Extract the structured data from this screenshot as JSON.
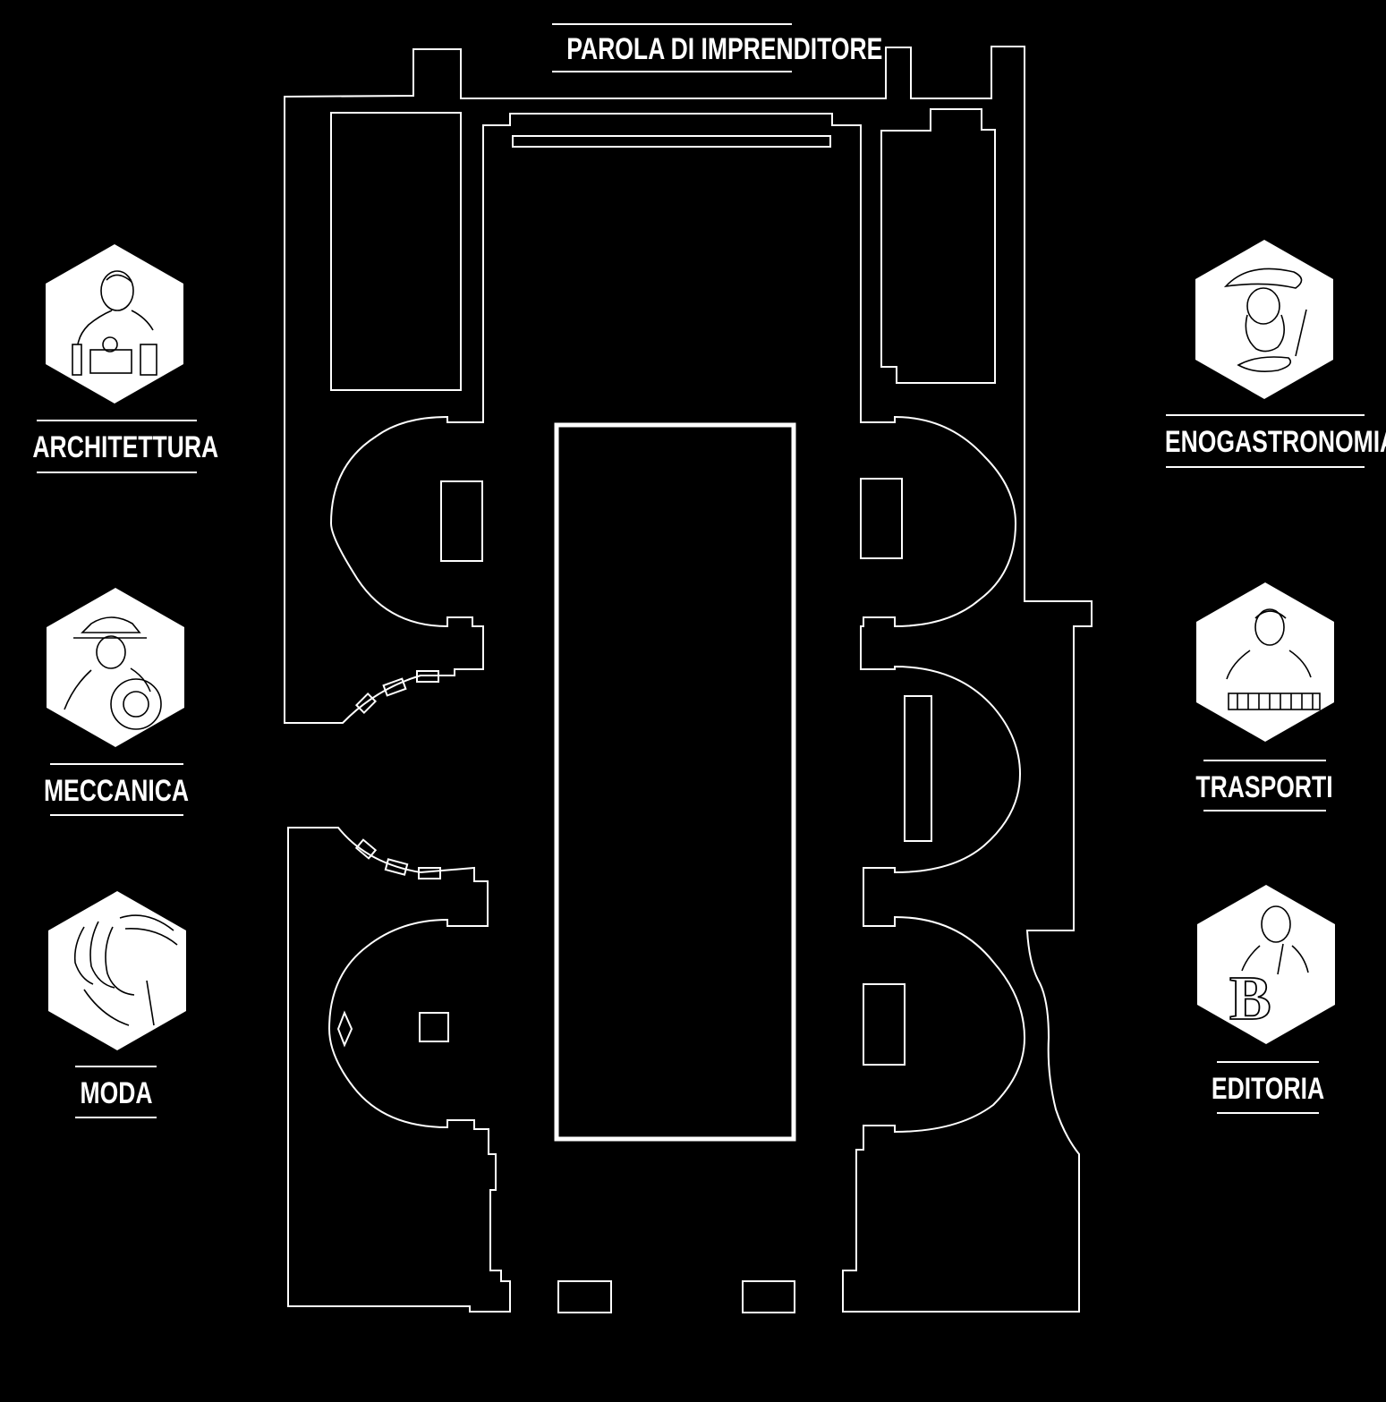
{
  "title": "PAROLA DI IMPRENDITORE",
  "sectors": {
    "left": [
      {
        "id": "architettura",
        "label": "ARCHITETTURA",
        "icon": "architect-portrait-icon"
      },
      {
        "id": "meccanica",
        "label": "MECCANICA",
        "icon": "mechanic-portrait-icon"
      },
      {
        "id": "moda",
        "label": "MODA",
        "icon": "fashion-faces-icon"
      }
    ],
    "right": [
      {
        "id": "enogastronomia",
        "label": "ENOGASTRONOMIA",
        "icon": "painter-portrait-icon"
      },
      {
        "id": "trasporti",
        "label": "TRASPORTI",
        "icon": "composer-piano-icon"
      },
      {
        "id": "editoria",
        "label": "EDITORIA",
        "icon": "publisher-b-monogram-icon"
      }
    ]
  },
  "colors": {
    "background": "#000000",
    "lines": "#ffffff",
    "hexagon": "#ffffff"
  }
}
